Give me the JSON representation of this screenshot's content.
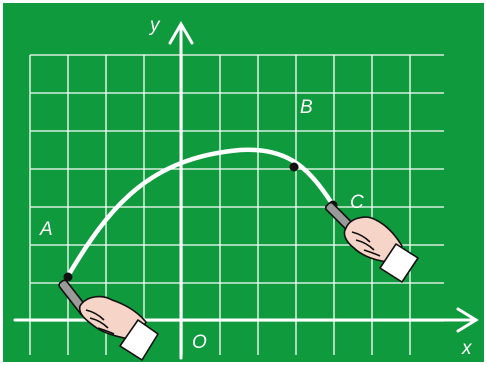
{
  "colors": {
    "board": "#0f9a3d",
    "frame": "#ffffff",
    "grid": "#ffffff",
    "curve": "#ffffff",
    "point": "#111111",
    "skin": "#f6d4c7",
    "cuff": "#ffffff",
    "chalk": "#9a9a9a"
  },
  "labels": {
    "y_axis": "y",
    "x_axis": "x",
    "origin": "O",
    "point_a": "A",
    "point_b": "B",
    "point_c": "C"
  },
  "icons": [
    "chalk-hand-icon",
    "chalk-hand-icon"
  ]
}
